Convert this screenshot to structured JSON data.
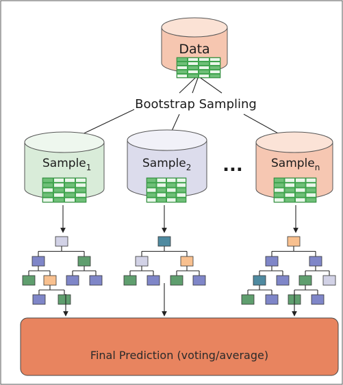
{
  "diagram": {
    "source": {
      "label": "Data"
    },
    "sampling_label": "Bootstrap Sampling",
    "samples": [
      {
        "base": "Sample",
        "sub": "1",
        "body_color": "#d9ecd9",
        "top_color": "#eef7ee"
      },
      {
        "base": "Sample",
        "sub": "2",
        "body_color": "#dcdcec",
        "top_color": "#f1f1f8"
      },
      {
        "base": "Sample",
        "sub": "n",
        "body_color": "#f6c7b2",
        "top_color": "#fbe3d7"
      }
    ],
    "ellipsis": "...",
    "final": {
      "label": "Final Prediction (voting/average)",
      "color": "#e8845f"
    },
    "colors": {
      "data_cylinder": "#f6c6b0",
      "data_cylinder_top": "#fbe2d5",
      "table_green": "#3fa34d",
      "node_purple": "#7f86c8",
      "node_green": "#5f9e6e",
      "node_lavender": "#d2d2e6",
      "node_orange": "#f8c08f",
      "node_teal": "#4f8aa0"
    }
  }
}
